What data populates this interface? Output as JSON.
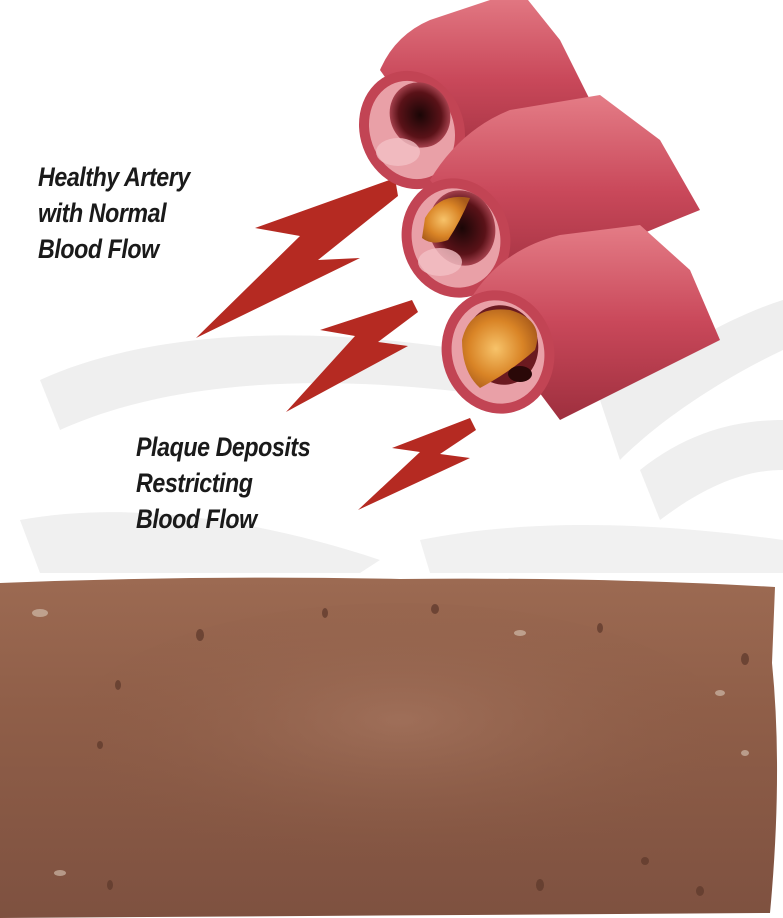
{
  "diagram": {
    "caption_healthy": {
      "line1": "Healthy Artery",
      "line2": "with Normal",
      "line3": "Blood Flow"
    },
    "caption_plaque": {
      "line1": "Plaque Deposits",
      "line2": "Restricting",
      "line3": "Blood Flow"
    }
  },
  "colors": {
    "artery": "#c84a55",
    "artery_light": "#e8a0a8",
    "arrow": "#b8261e",
    "plaque": "#e0902a",
    "tissue": "#8a5a44",
    "watermark": "#e6e6e6"
  }
}
